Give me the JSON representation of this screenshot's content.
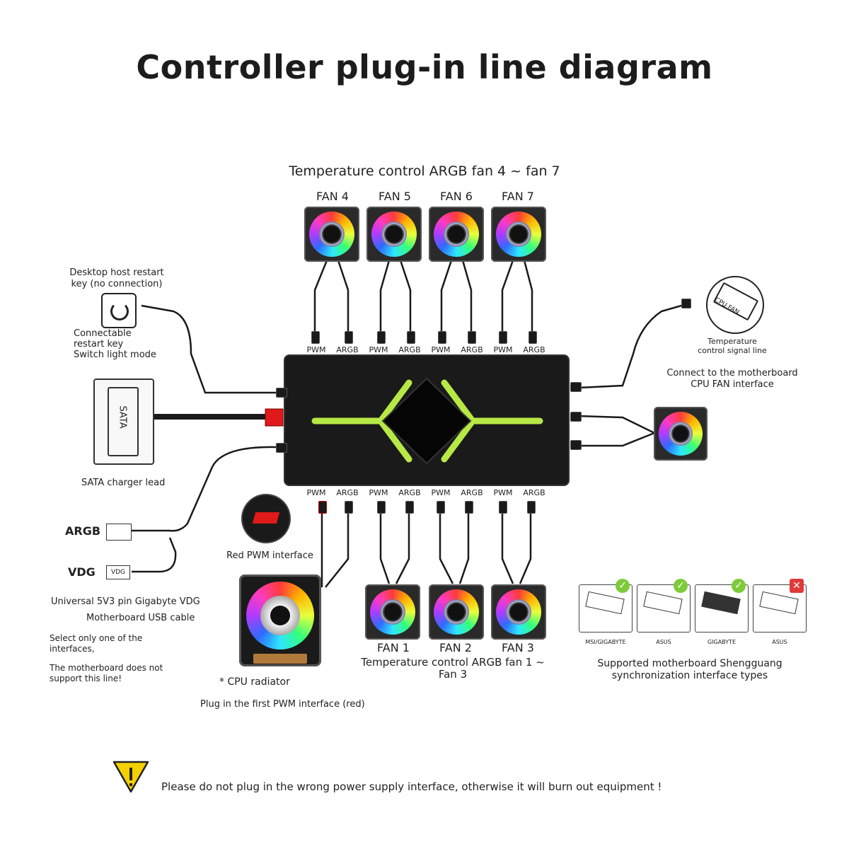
{
  "title": "Controller plug-in line diagram",
  "top_group": {
    "heading": "Temperature control ARGB fan 4 ~ fan 7",
    "fans": [
      "FAN 4",
      "FAN 5",
      "FAN 6",
      "FAN 7"
    ]
  },
  "bottom_group": {
    "fans": [
      "FAN 1",
      "FAN 2",
      "FAN 3"
    ],
    "caption_line1": "Temperature control ARGB fan 1 ~",
    "caption_line2": "Fan 3"
  },
  "port_labels": {
    "pwm": "PWM",
    "argb": "ARGB"
  },
  "restart_key": {
    "line1": "Desktop host restart",
    "line2": "key (no connection)",
    "note1": "Connectable",
    "note2": "restart key",
    "note3": "Switch light mode"
  },
  "sata": {
    "connector_text": "SATA",
    "caption": "SATA charger lead"
  },
  "argb_cable": {
    "argb_label": "ARGB",
    "vdg_label": "VDG",
    "vdg_plug_text": "VDG"
  },
  "usb_note": {
    "line1": "Universal 5V3 pin Gigabyte VDG",
    "line2": "Motherboard USB cable",
    "line3": "Select only one of the",
    "line4": "interfaces,",
    "line5": "The motherboard does not",
    "line6": "support this line!"
  },
  "red_pwm": {
    "caption": "Red PWM interface"
  },
  "cpu": {
    "radiator_label": "* CPU radiator",
    "plug_note": "Plug in the first PWM interface (red)"
  },
  "cpu_fan": {
    "icon_text": "CPU FAN",
    "line1": "Temperature",
    "line2": "control signal line",
    "connect1": "Connect to the motherboard",
    "connect2": "CPU FAN interface"
  },
  "sync": {
    "boards": [
      "MSI/GIGABYTE",
      "ASUS",
      "GIGABYTE",
      "ASUS"
    ],
    "status": [
      "ok",
      "ok",
      "ok",
      "no"
    ],
    "caption1": "Supported motherboard Shengguang",
    "caption2": "synchronization interface types"
  },
  "warning": "Please do not plug in the wrong power supply interface, otherwise it will burn out equipment !",
  "colors": {
    "accent_glow": "#c8ff4a",
    "check": "#7ecb3a",
    "cross": "#e03a3a",
    "warn_yellow": "#f4d000"
  }
}
